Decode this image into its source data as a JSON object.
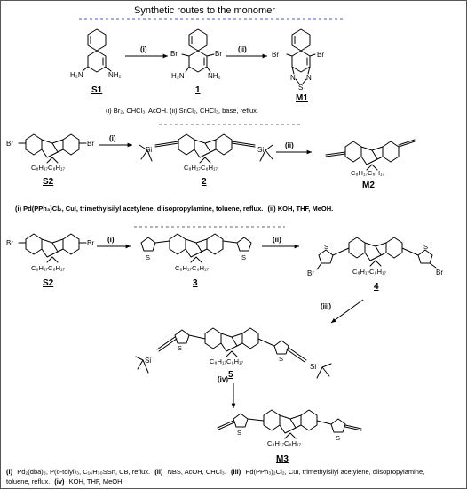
{
  "title": "Synthetic routes to the monomer",
  "route1": {
    "compounds": {
      "s1": "S1",
      "c1": "1",
      "m1": "M1"
    },
    "atoms": {
      "h2n": "H₂N",
      "nh2": "NH₂",
      "br": "Br",
      "n": "N",
      "s": "S"
    },
    "step_labels": {
      "i": "(i)",
      "ii": "(ii)"
    },
    "conditions": "(i) Br₂, CHCl₃, AcOH.   (ii) SnCl₂,  CHCl₃, base, reflux."
  },
  "route2": {
    "compounds": {
      "s2": "S2",
      "c2": "2",
      "m2": "M2"
    },
    "atoms": {
      "br": "Br",
      "si": "Si",
      "c8": "C₈H₁₇C₈H₁₇"
    },
    "step_labels": {
      "i": "(i)",
      "ii": "(ii)"
    },
    "conditions_i": "(i) Pd(PPh₃)Cl₂, CuI, trimethylsilyl acetylene, diisopropylamine, toluene, reflux.",
    "conditions_ii": "(ii) KOH, THF, MeOH."
  },
  "route3": {
    "compounds": {
      "s2": "S2",
      "c3": "3",
      "c4": "4",
      "c5": "5",
      "m3": "M3"
    },
    "atoms": {
      "br": "Br",
      "s": "S",
      "si": "Si",
      "c8": "C₈H₁₇C₈H₁₇"
    },
    "step_labels": {
      "i": "(i)",
      "ii": "(ii)",
      "iii": "(iii)",
      "iv": "(iv)"
    },
    "conditions_line1": {
      "i_tag": "(i)",
      "i_text": "Pd₂(dba)₃, P(o-tolyl)₃, C₁₆H₃₀SSn, CB, reflux.",
      "ii_tag": "(ii)",
      "ii_text": "NBS, AcOH, CHCl₃.",
      "iii_tag": "(iii)",
      "iii_text": "Pd(PPh₃)₂Cl₂, CuI, trimethylsilyl acetylene, diisopropylamine,"
    },
    "conditions_line2": {
      "text": "toluene, reflux.",
      "iv_tag": "(iv)",
      "iv_text": "KOH, THF, MeOH."
    }
  },
  "colors": {
    "title_rule": "#4a57d6",
    "separator": "#666666"
  }
}
